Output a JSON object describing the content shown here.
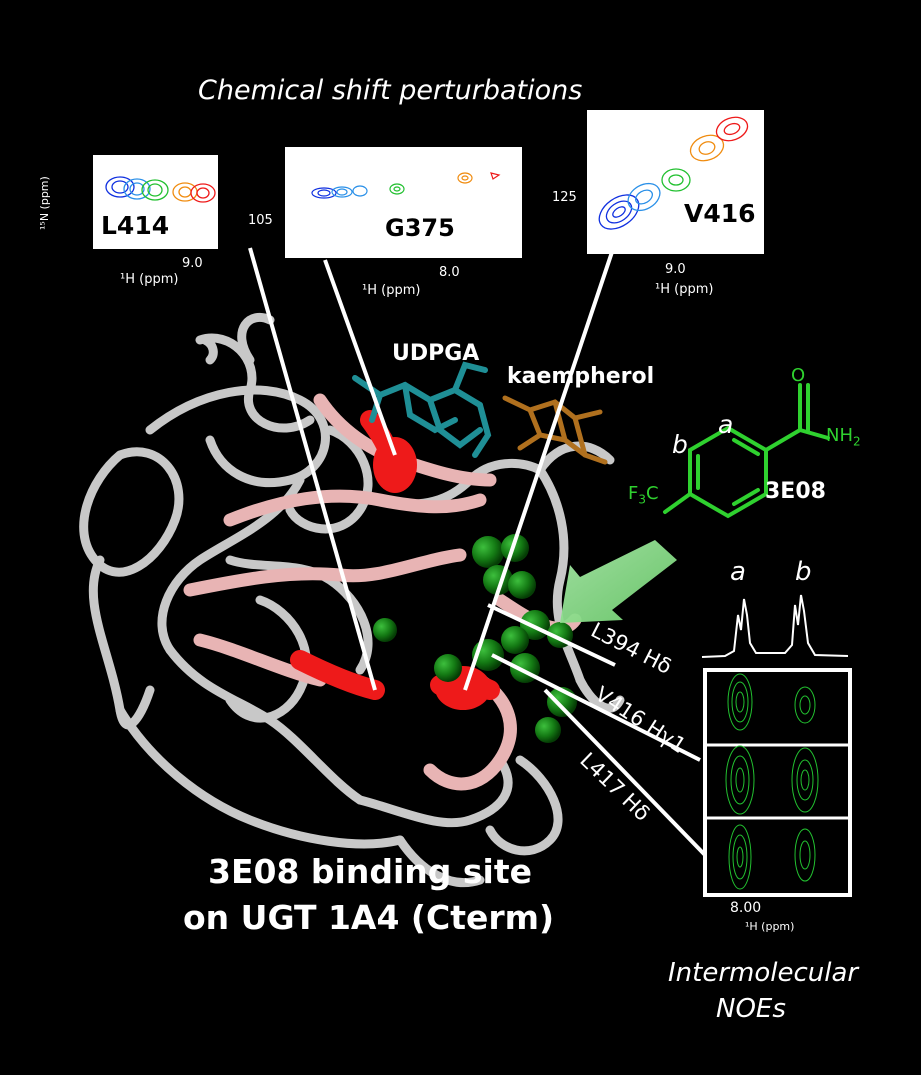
{
  "csp_title": "Chemical shift perturbations",
  "panels": {
    "l414": {
      "label": "L414",
      "xtick": "9.0",
      "xaxis": "¹H (ppm)",
      "yaxis": "¹⁵N (ppm)"
    },
    "g375": {
      "label": "G375",
      "xtick": "8.0",
      "xaxis": "¹H (ppm)",
      "ytick": "105"
    },
    "v416": {
      "label": "V416",
      "xtick": "9.0",
      "xaxis": "¹H (ppm)",
      "ytick": "125"
    }
  },
  "ligands": {
    "udpga": "UDPGA",
    "kaempherol": "kaempherol"
  },
  "molecule": {
    "name": "3E08",
    "a": "a",
    "b": "b",
    "o": "O",
    "nh2": "NH",
    "nh2_sub": "2",
    "cf3": "F",
    "cf3_sub": "3",
    "cf3_c": "C"
  },
  "noe": {
    "peak_a": "a",
    "peak_b": "b",
    "residues": [
      "L394 Hδ",
      "V416 Hγ1",
      "L417 Hδ"
    ],
    "xtick": "8.00",
    "xaxis": "¹H (ppm)",
    "title_line1": "Intermolecular",
    "title_line2": "NOEs"
  },
  "caption": {
    "line1": "3E08 binding site",
    "line2": "on UGT 1A4 (Cterm)"
  },
  "colors": {
    "accent_green": "#2fd12f",
    "ligand_teal": "#1f8f96",
    "ligand_brown": "#b0701e",
    "hotspot_red": "#ee1a1a",
    "arrow_green": "#8fe08f"
  }
}
